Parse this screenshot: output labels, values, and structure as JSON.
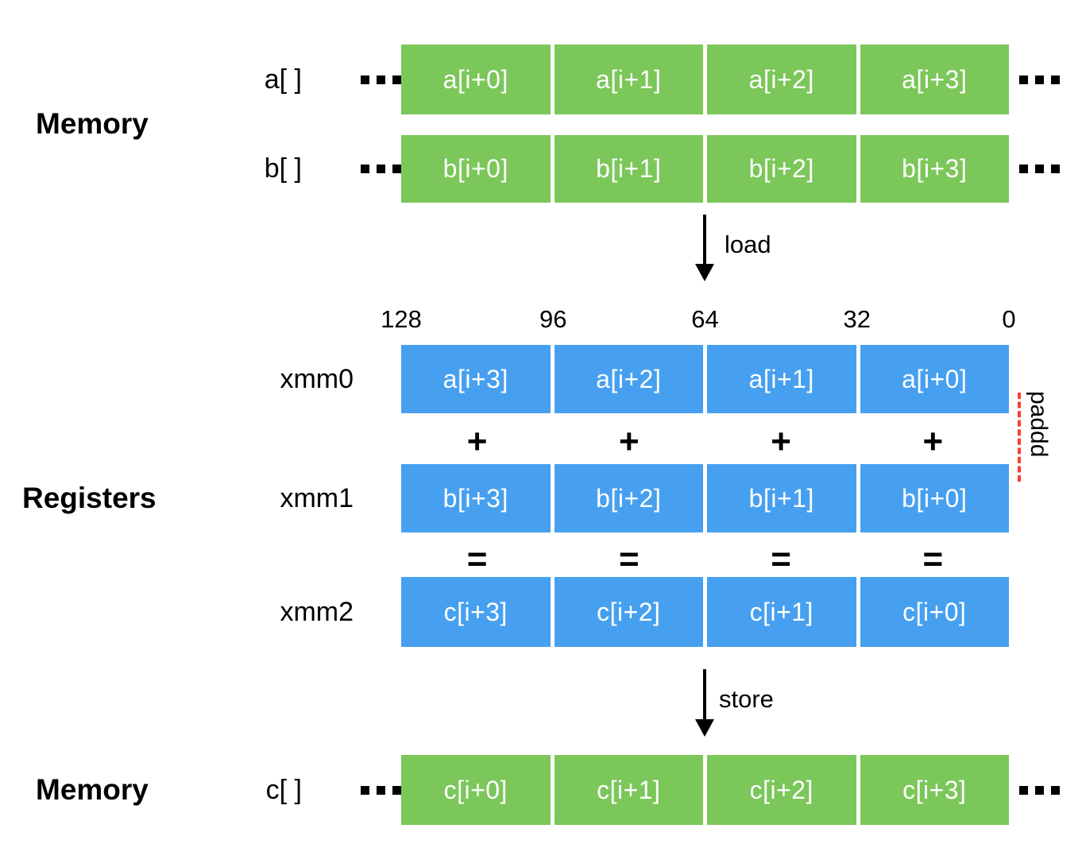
{
  "colors": {
    "memory_cell_green": "#7BC75A",
    "register_cell_blue": "#47A0EF",
    "annotation_red": "#FF3B30"
  },
  "sections": {
    "memory_top": {
      "label": "Memory",
      "rows": [
        {
          "name": "a[ ]",
          "cells": [
            "a[i+0]",
            "a[i+1]",
            "a[i+2]",
            "a[i+3]"
          ]
        },
        {
          "name": "b[ ]",
          "cells": [
            "b[i+0]",
            "b[i+1]",
            "b[i+2]",
            "b[i+3]"
          ]
        }
      ],
      "ellipsis": "..."
    },
    "load_arrow": {
      "label": "load"
    },
    "bit_labels": [
      "128",
      "96",
      "64",
      "32",
      "0"
    ],
    "registers": {
      "label": "Registers",
      "rows": [
        {
          "name": "xmm0",
          "cells": [
            "a[i+3]",
            "a[i+2]",
            "a[i+1]",
            "a[i+0]"
          ]
        },
        {
          "name": "xmm1",
          "cells": [
            "b[i+3]",
            "b[i+2]",
            "b[i+1]",
            "b[i+0]"
          ]
        },
        {
          "name": "xmm2",
          "cells": [
            "c[i+3]",
            "c[i+2]",
            "c[i+1]",
            "c[i+0]"
          ]
        }
      ],
      "operators": {
        "plus": "+",
        "equals": "="
      },
      "instruction": "paddd"
    },
    "store_arrow": {
      "label": "store"
    },
    "memory_bottom": {
      "label": "Memory",
      "rows": [
        {
          "name": "c[ ]",
          "cells": [
            "c[i+0]",
            "c[i+1]",
            "c[i+2]",
            "c[i+3]"
          ]
        }
      ],
      "ellipsis": "..."
    }
  }
}
